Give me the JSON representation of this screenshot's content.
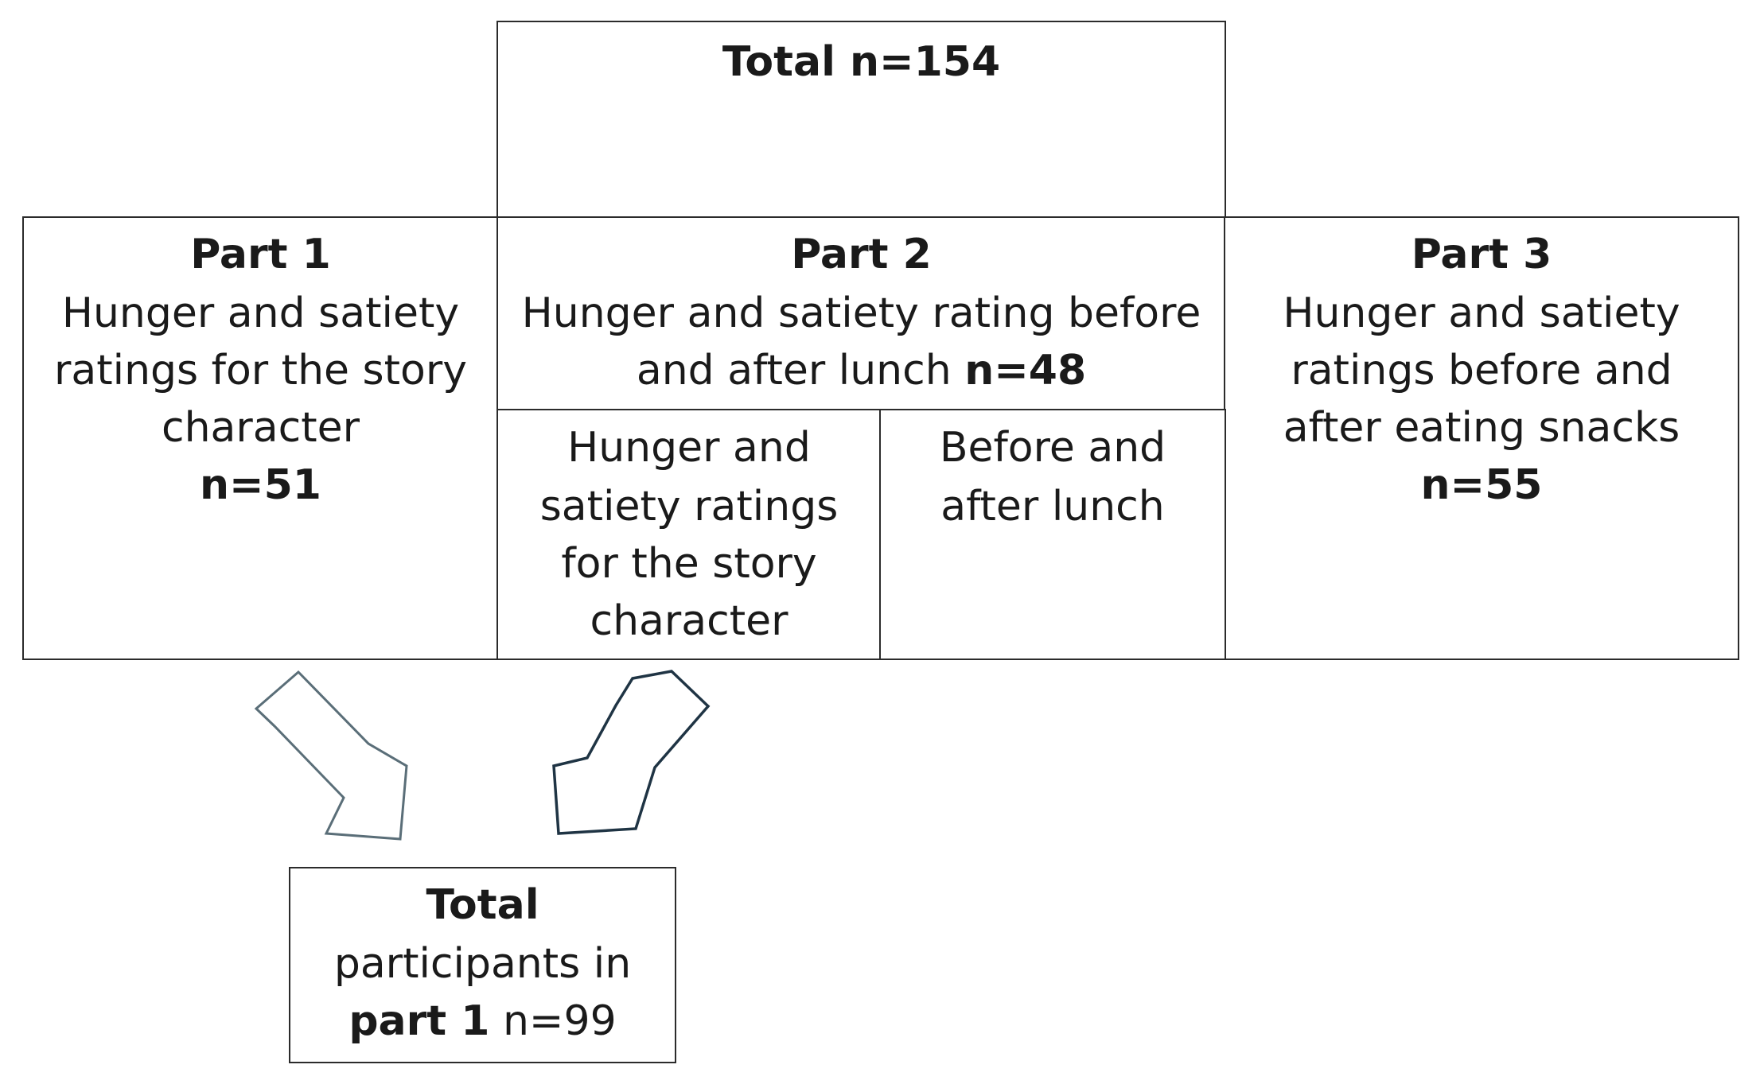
{
  "total": {
    "label": "Total n=154"
  },
  "part1": {
    "title": "Part 1",
    "line1": "Hunger and satiety",
    "line2": "ratings for the story",
    "line3": "character",
    "n": "n=51"
  },
  "part2": {
    "title": "Part 2",
    "line1": "Hunger and satiety rating before",
    "line2_prefix": "and after lunch ",
    "n": "n=48",
    "sub_left": {
      "line1": "Hunger and",
      "line2": "satiety ratings",
      "line3": "for the story",
      "line4": "character"
    },
    "sub_right": {
      "line1": "Before and",
      "line2": "after lunch"
    }
  },
  "part3": {
    "title": "Part 3",
    "line1": "Hunger and satiety",
    "line2": "ratings before and",
    "line3": "after eating snacks",
    "n": "n=55"
  },
  "total_part1": {
    "title": "Total",
    "line1": "participants in",
    "line2_bold": "part 1",
    "line2_rest": " n=99"
  },
  "colors": {
    "arrow_left": "#5a6e78",
    "arrow_right": "#1f3444",
    "border": "#2b2b2b"
  }
}
